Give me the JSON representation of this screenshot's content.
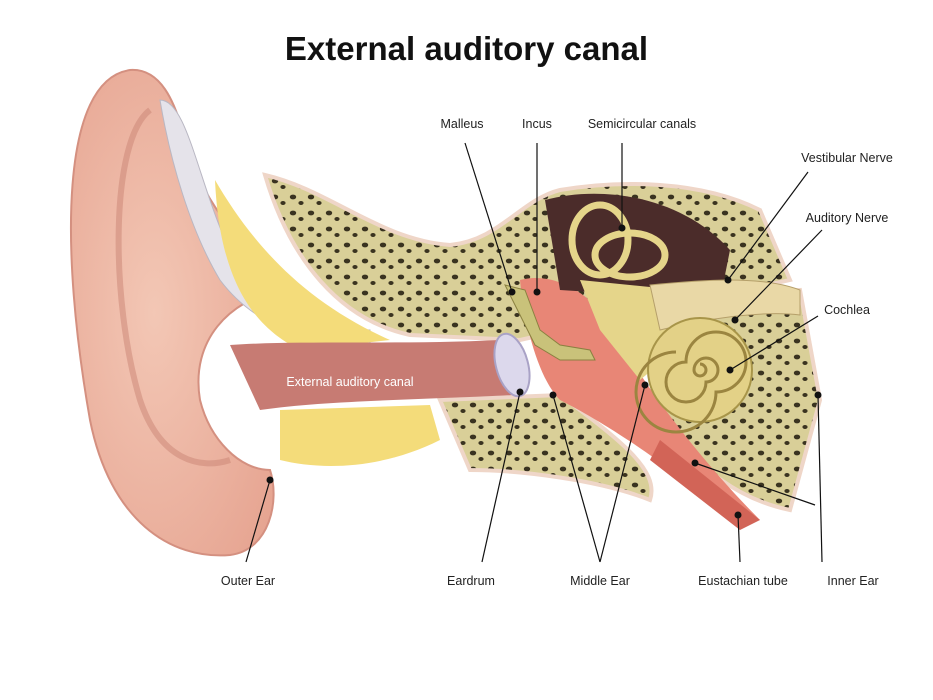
{
  "title": "External auditory canal",
  "labels": {
    "malleus": "Malleus",
    "incus": "Incus",
    "semicircular_canals": "Semicircular canals",
    "vestibular_nerve": "Vestibular Nerve",
    "auditory_nerve": "Auditory Nerve",
    "cochlea": "Cochlea",
    "canal": "External auditory canal",
    "outer_ear": "Outer Ear",
    "eardrum": "Eardrum",
    "middle_ear": "Middle Ear",
    "eustachian_tube": "Eustachian tube",
    "inner_ear": "Inner Ear"
  }
}
